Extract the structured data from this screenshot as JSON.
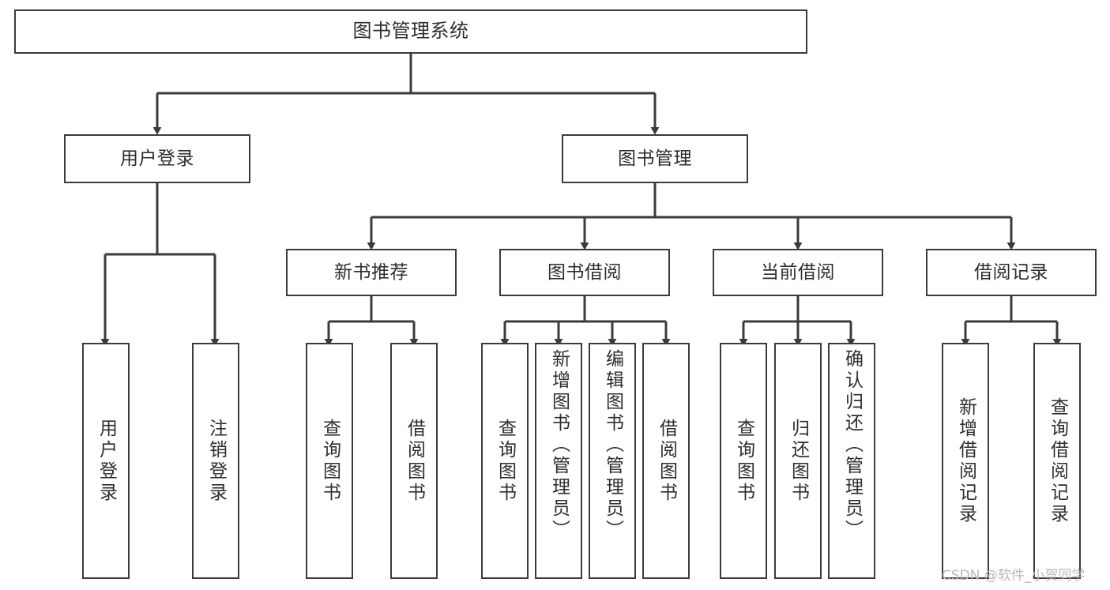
{
  "diagram": {
    "title": "图书管理系统",
    "type": "功能结构图",
    "root": {
      "label": "图书管理系统"
    },
    "level2": [
      {
        "label": "用户登录"
      },
      {
        "label": "图书管理"
      }
    ],
    "level3": [
      {
        "label": "新书推荐"
      },
      {
        "label": "图书借阅"
      },
      {
        "label": "当前借阅"
      },
      {
        "label": "借阅记录"
      }
    ],
    "leaves": {
      "user_login": [
        {
          "label": "用户登录"
        },
        {
          "label": "注销登录"
        }
      ],
      "new_book_recommend": [
        {
          "label": "查询图书"
        },
        {
          "label": "借阅图书"
        }
      ],
      "book_borrow": [
        {
          "label": "查询图书"
        },
        {
          "label": "新增图书（管理员）"
        },
        {
          "label": "编辑图书（管理员）"
        },
        {
          "label": "借阅图书"
        }
      ],
      "current_borrow": [
        {
          "label": "查询图书"
        },
        {
          "label": "归还图书"
        },
        {
          "label": "确认归还（管理员）"
        }
      ],
      "borrow_record": [
        {
          "label": "新增借阅记录"
        },
        {
          "label": "查询借阅记录"
        }
      ]
    }
  },
  "watermark": {
    "text": "CSDN @软件_小贺同学"
  },
  "colors": {
    "box_border": "#3b3b3b",
    "box_fill": "#ffffff",
    "edge": "#3b3b3b",
    "text": "#2e2e2e",
    "watermark": "#b9b9b9"
  }
}
